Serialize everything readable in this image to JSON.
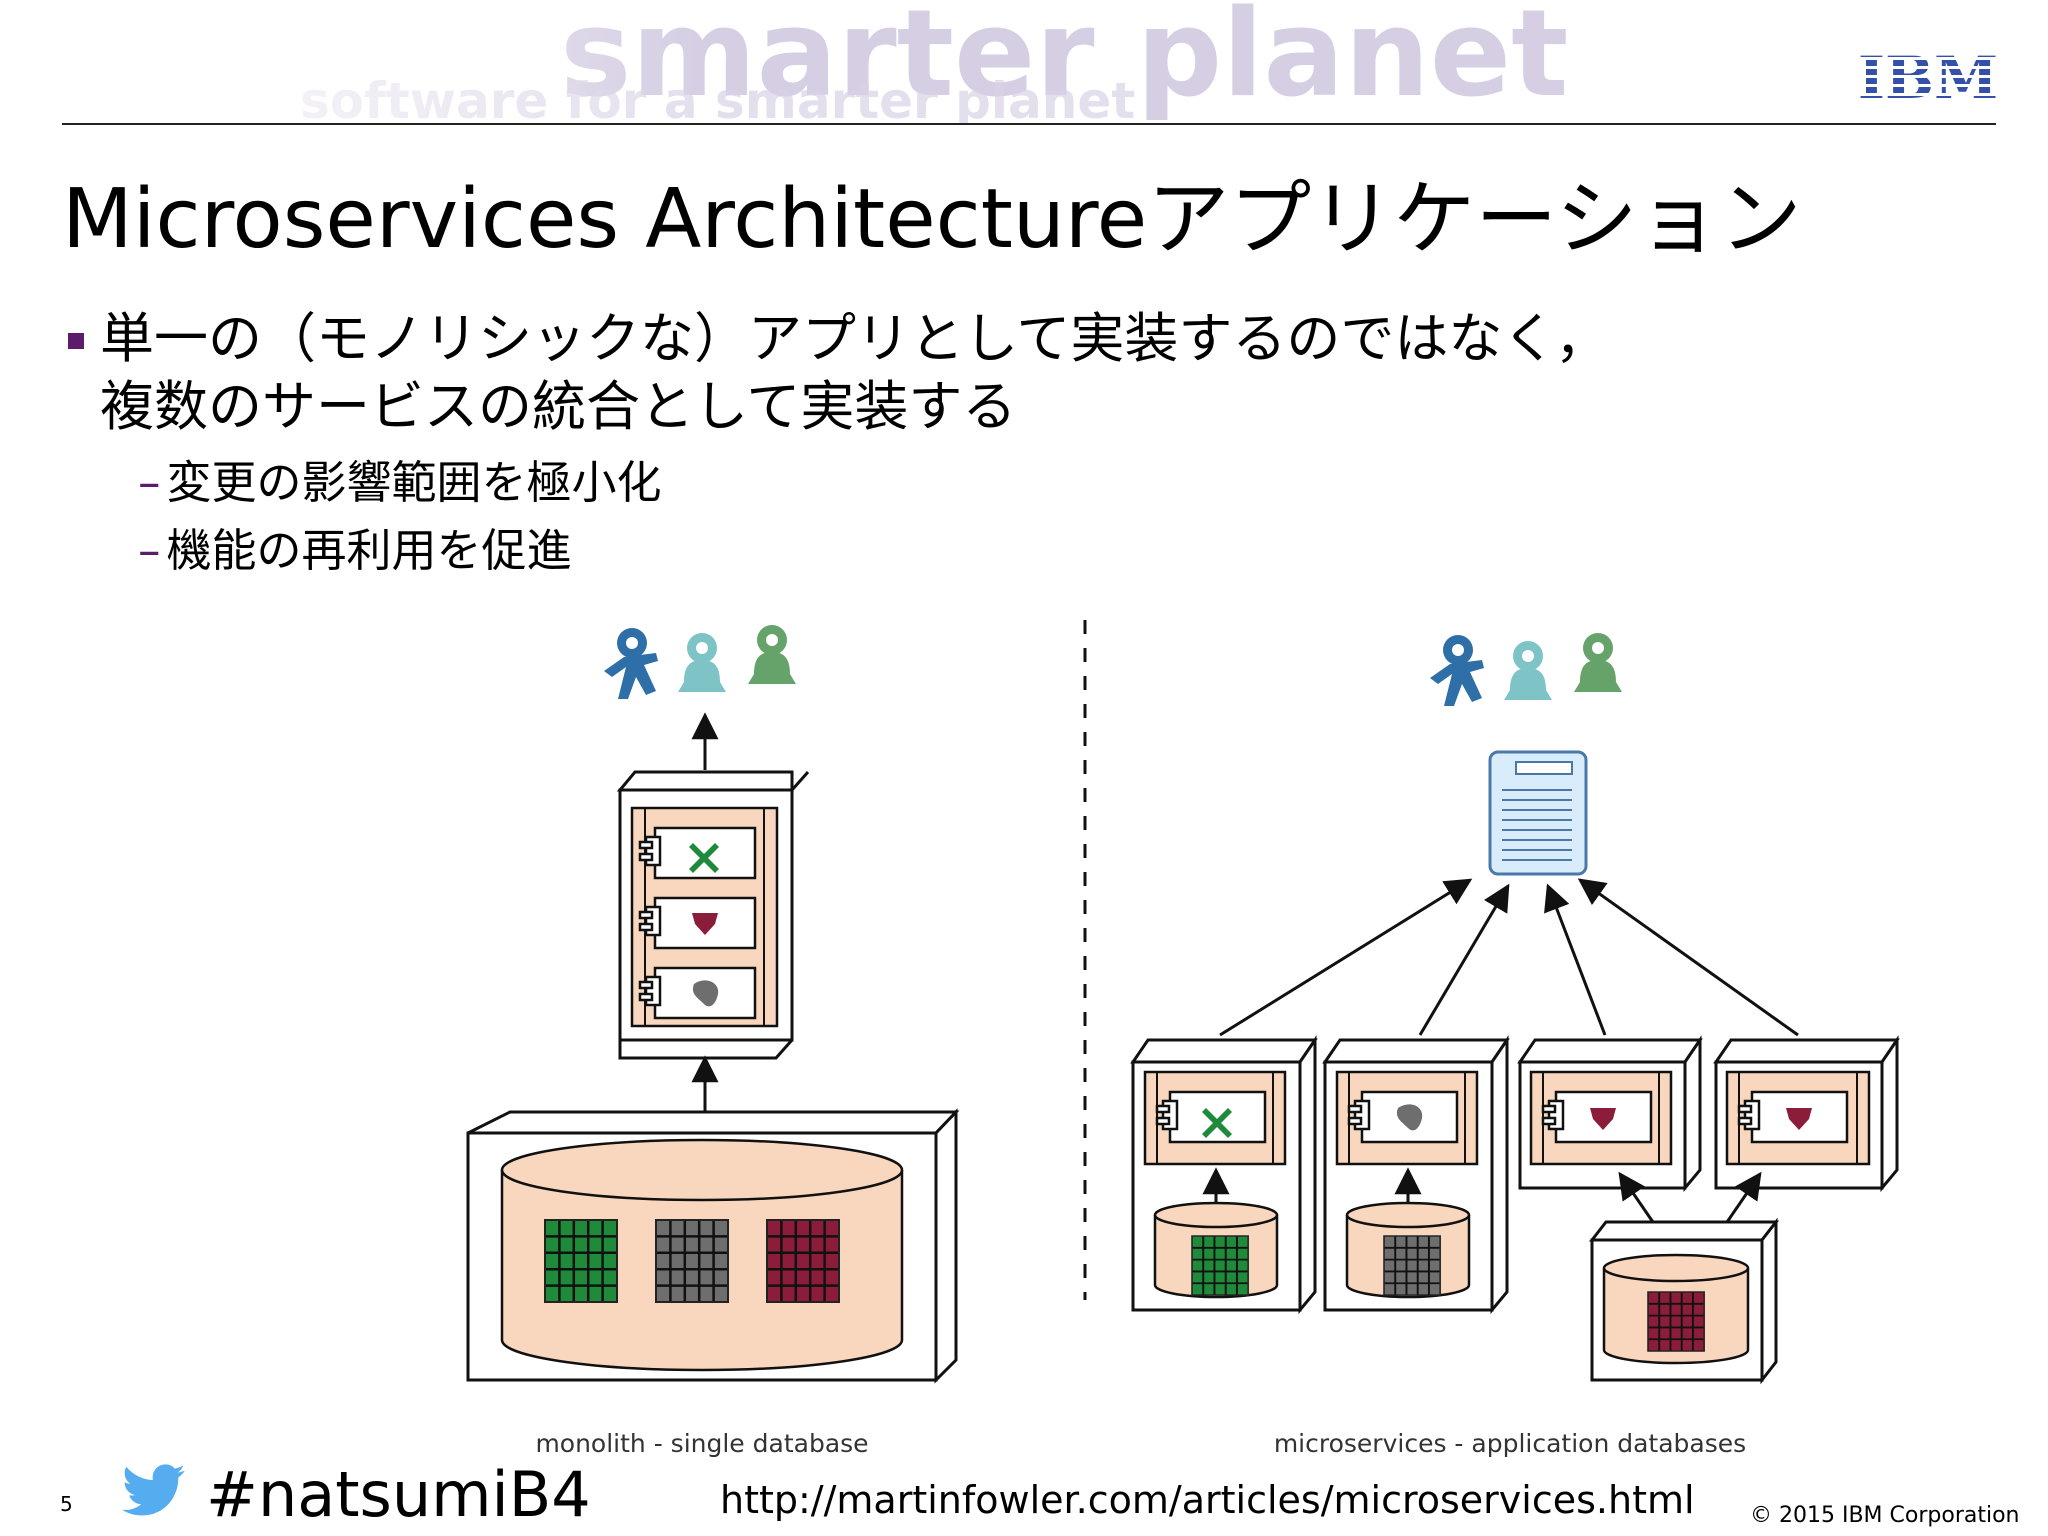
{
  "header": {
    "banner_text": "smarter planet",
    "banner_subtext": "software for a smarter planet",
    "logo_text": "IBM"
  },
  "slide": {
    "title": "Microservices Architectureアプリケーション",
    "bullet": {
      "line1": "単一の（モノリシックな）アプリとして実装するのではなく，",
      "line2": "複数のサービスの統合として実装する"
    },
    "sub_bullets": [
      {
        "dash": "–",
        "text": "変更の影響範囲を極小化"
      },
      {
        "dash": "–",
        "text": "機能の再利用を促進"
      }
    ]
  },
  "figure": {
    "left_caption": "monolith - single database",
    "right_caption": "microservices - application databases",
    "colors": {
      "green": "#1e8a3a",
      "gray": "#6e6e6e",
      "crimson": "#8b1d3a",
      "peach": "#f9d7bf",
      "user_blue": "#2e6fa8",
      "user_teal": "#7ec4c6",
      "user_green": "#66a36b"
    }
  },
  "footer": {
    "page_number": "5",
    "hashtag": "#natsumiB4",
    "url": "http://martinfowler.com/articles/microservices.html",
    "copyright": "© 2015 IBM Corporation"
  },
  "colors": {
    "bullet_square": "#5c1c6b",
    "dash": "#5c1c6b",
    "ibm_blue": "#3450a8",
    "twitter_blue": "#55acee"
  }
}
